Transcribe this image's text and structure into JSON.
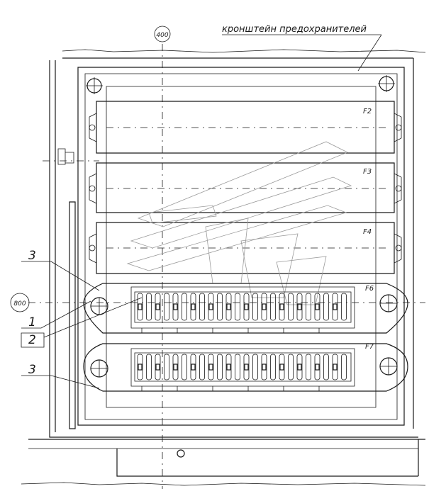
{
  "title": "кронштейн предохранителей",
  "dims": {
    "top": "400",
    "left": "800"
  },
  "fuses": [
    "F2",
    "F3",
    "F4"
  ],
  "blocks": [
    "F6",
    "F7"
  ],
  "callouts": {
    "a": "3",
    "b": "1",
    "c": "2",
    "d": "3"
  },
  "colors": {
    "ink": "#1a1a1a",
    "ghost": "#9a9a9a",
    "paper": "#ffffff"
  }
}
